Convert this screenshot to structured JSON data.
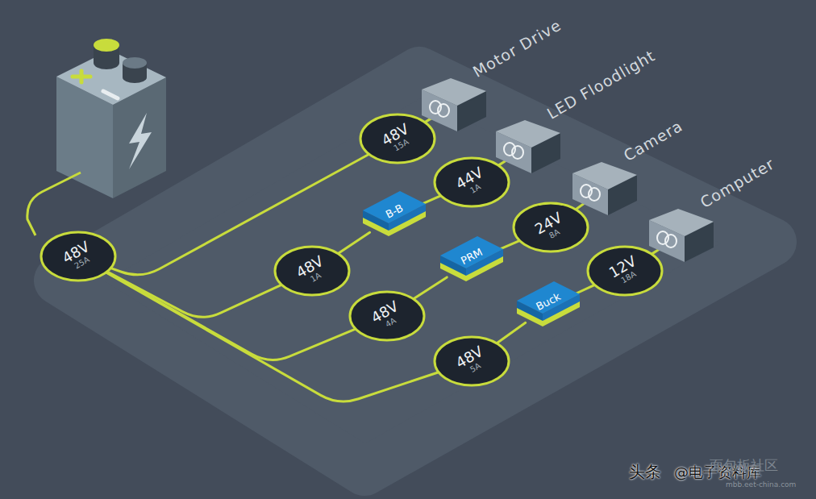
{
  "diagram": {
    "nodes": [
      {
        "text": [
          "48V",
          "25A"
        ]
      },
      {
        "text": [
          "48V",
          "15A"
        ]
      },
      {
        "text": [
          "Motor Drive"
        ]
      },
      {
        "text": [
          "48V",
          "1A"
        ]
      },
      {
        "text": [
          "B-B"
        ]
      },
      {
        "text": [
          "44V",
          "1A"
        ]
      },
      {
        "text": [
          "LED Floodlight"
        ]
      },
      {
        "text": [
          "48V",
          "4A"
        ]
      },
      {
        "text": [
          "PRM"
        ]
      },
      {
        "text": [
          "24V",
          "8A"
        ]
      },
      {
        "text": [
          "Camera"
        ]
      },
      {
        "text": [
          "48V",
          "5A"
        ]
      },
      {
        "text": [
          "Buck"
        ]
      },
      {
        "text": [
          "12V",
          "18A"
        ]
      },
      {
        "text": [
          "Computer"
        ]
      }
    ],
    "edges": [
      {
        "from": 0,
        "to": 1,
        "arrow": "none"
      },
      {
        "from": 1,
        "to": 2,
        "arrow": "none"
      },
      {
        "from": 0,
        "to": 3,
        "arrow": "none"
      },
      {
        "from": 3,
        "to": 4,
        "arrow": "none"
      },
      {
        "from": 4,
        "to": 5,
        "arrow": "none"
      },
      {
        "from": 5,
        "to": 6,
        "arrow": "none"
      },
      {
        "from": 0,
        "to": 7,
        "arrow": "none"
      },
      {
        "from": 7,
        "to": 8,
        "arrow": "none"
      },
      {
        "from": 8,
        "to": 9,
        "arrow": "none"
      },
      {
        "from": 9,
        "to": 10,
        "arrow": "none"
      },
      {
        "from": 0,
        "to": 11,
        "arrow": "none"
      },
      {
        "from": 11,
        "to": 12,
        "arrow": "none"
      },
      {
        "from": 12,
        "to": 13,
        "arrow": "none"
      },
      {
        "from": 13,
        "to": 14,
        "arrow": "none"
      }
    ],
    "labels": [
      "头条",
      "@电子资料库",
      "面包板社区",
      "mbb.eet-china.com"
    ]
  }
}
